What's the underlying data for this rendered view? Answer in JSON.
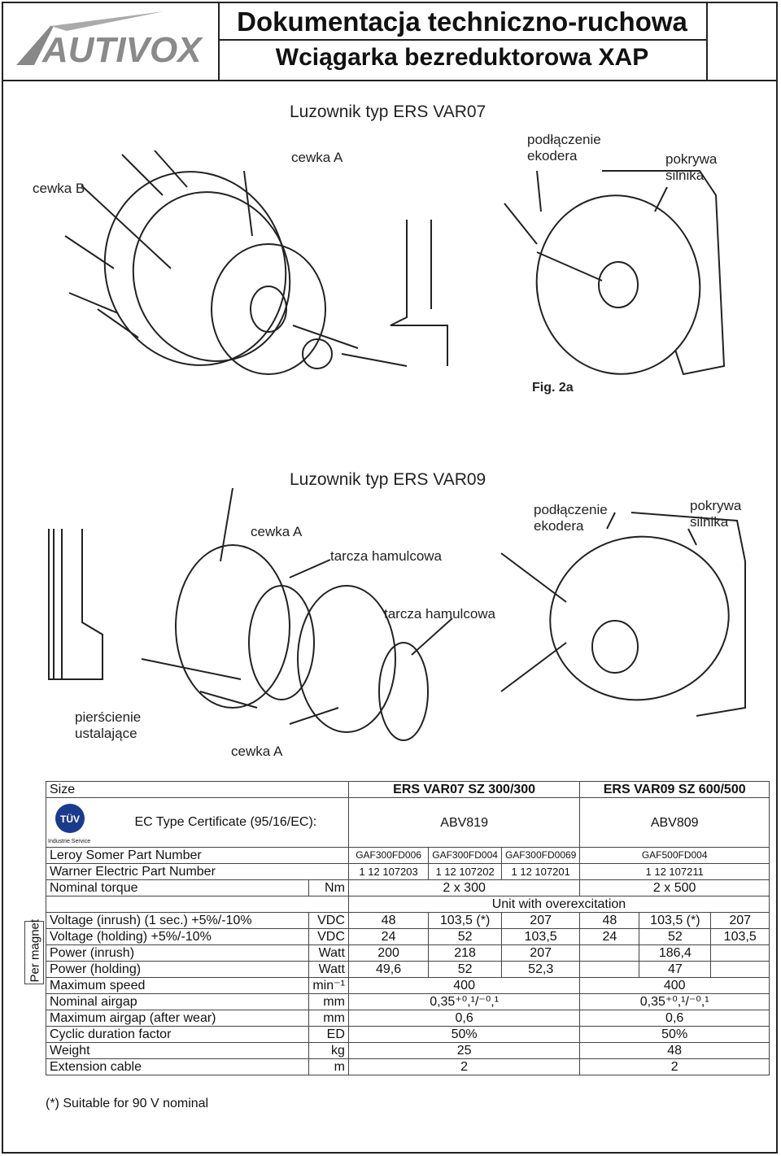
{
  "header": {
    "logo_text": "AUTIVOX",
    "title": "Dokumentacja techniczno-ruchowa",
    "subtitle": "Wciągarka bezreduktorowa XAP"
  },
  "fig1": {
    "title": "Luzownik typ ERS VAR07",
    "labels": {
      "coil_b": "cewka B",
      "coil_a": "cewka A",
      "encoder": "podłączenie\nekodera",
      "motor_cover": "pokrywa\nsilnika"
    },
    "caption": "Fig. 2a"
  },
  "fig2": {
    "title": "Luzownik typ ERS VAR09",
    "labels": {
      "coil_a_top": "cewka A",
      "brake_disc_top": "tarcza hamulcowa",
      "encoder": "podłączenie\nekodera",
      "motor_cover": "pokrywa\nsilnika",
      "brake_disc_mid": "tarcza hamulcowa",
      "rings": "pierścienie\nustalające",
      "coil_a_bottom": "cewka A"
    }
  },
  "table": {
    "size_label": "Size",
    "model_a": "ERS VAR07 SZ 300/300",
    "model_b": "ERS VAR09 SZ 600/500",
    "tuv_logo": "TÜV",
    "tuv_sub": "Industrie Service",
    "ec_label": "EC Type Certificate (95/16/EC):",
    "ec_a": "ABV819",
    "ec_b": "ABV809",
    "leroy_label": "Leroy Somer Part Number",
    "leroy": [
      "GAF300FD006",
      "GAF300FD004",
      "GAF300FD0069",
      "GAF500FD004"
    ],
    "warner_label": "Warner Electric Part Number",
    "warner": [
      "1 12 107203",
      "1 12 107202",
      "1 12 107201",
      "1 12 107211"
    ],
    "torque_label": "Nominal torque",
    "torque_unit": "Nm",
    "torque_a": "2 x 300",
    "torque_b": "2 x 500",
    "overexcitation": "Unit with overexcitation",
    "per_magnet": "Per magnet",
    "rows_magnet": [
      {
        "label": "Voltage (inrush) (1 sec.) +5%/-10%",
        "unit": "VDC",
        "v": [
          "48",
          "103,5 (*)",
          "207",
          "48",
          "103,5 (*)",
          "207"
        ]
      },
      {
        "label": "Voltage (holding) +5%/-10%",
        "unit": "VDC",
        "v": [
          "24",
          "52",
          "103,5",
          "24",
          "52",
          "103,5"
        ]
      },
      {
        "label": "Power (inrush)",
        "unit": "Watt",
        "v": [
          "200",
          "218",
          "207",
          "",
          "186,4",
          ""
        ]
      },
      {
        "label": "Power (holding)",
        "unit": "Watt",
        "v": [
          "49,6",
          "52",
          "52,3",
          "",
          "47",
          ""
        ]
      }
    ],
    "rows_other": [
      {
        "label": "Maximum speed",
        "unit": "min⁻¹",
        "a": "400",
        "b": "400"
      },
      {
        "label": "Nominal airgap",
        "unit": "mm",
        "a": "0,35⁺⁰,¹/⁻⁰,¹",
        "b": "0,35⁺⁰,¹/⁻⁰,¹"
      },
      {
        "label": "Maximum airgap (after wear)",
        "unit": "mm",
        "a": "0,6",
        "b": "0,6"
      },
      {
        "label": "Cyclic duration factor",
        "unit": "ED",
        "a": "50%",
        "b": "50%"
      },
      {
        "label": "Weight",
        "unit": "kg",
        "a": "25",
        "b": "48"
      },
      {
        "label": "Extension cable",
        "unit": "m",
        "a": "2",
        "b": "2"
      }
    ],
    "note": "(*) Suitable for 90 V nominal"
  }
}
